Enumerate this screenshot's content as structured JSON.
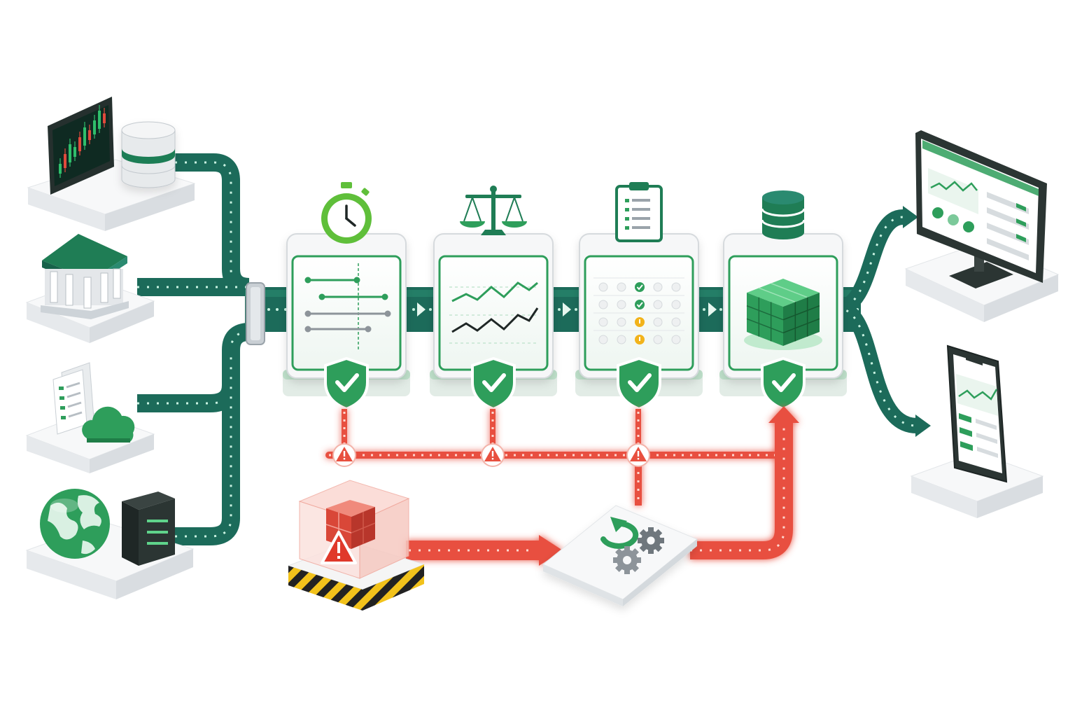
{
  "colors": {
    "pipe_dark": "#1c6b5a",
    "pipe_mid": "#2a8a70",
    "dot": "#c9f3e2",
    "green": "#2e9e5b",
    "green_light": "#dff3e6",
    "green_bright": "#5fbf3a",
    "red": "#e8503f",
    "red_dot": "#ffd7cf",
    "amber": "#f2b31b",
    "platform_top": "#f7f8f9",
    "platform_side": "#d9dde1",
    "screen_dark": "#25302e",
    "gray": "#8d949a"
  },
  "sources": [
    {
      "id": "market",
      "icons": [
        "candlestick-chart-icon",
        "database-icon"
      ]
    },
    {
      "id": "bank",
      "icons": [
        "bank-building-icon"
      ]
    },
    {
      "id": "docs",
      "icons": [
        "documents-icon",
        "cloud-icon"
      ]
    },
    {
      "id": "web",
      "icons": [
        "globe-icon",
        "server-icon"
      ]
    }
  ],
  "stages": [
    {
      "id": "timeliness",
      "top_icon": "stopwatch-icon",
      "panel": "timeline-icon",
      "badge": "shield-check-icon"
    },
    {
      "id": "consistency",
      "top_icon": "balance-scale-icon",
      "panel": "line-comparison-icon",
      "badge": "shield-check-icon"
    },
    {
      "id": "completeness",
      "top_icon": "clipboard-checklist-icon",
      "panel": "check-matrix-icon",
      "badge": "shield-check-icon",
      "matrix_status": [
        "ok",
        "ok",
        "warn",
        "warn"
      ]
    },
    {
      "id": "storage",
      "top_icon": "database-icon",
      "panel": "data-cube-icon",
      "badge": "shield-check-icon"
    }
  ],
  "alerts": [
    "warning-icon",
    "warning-icon",
    "warning-icon"
  ],
  "quarantine": {
    "icon": "quarantine-cube-icon",
    "warning": "warning-icon"
  },
  "reprocess": {
    "icons": [
      "refresh-icon",
      "gears-icon"
    ]
  },
  "outputs": [
    {
      "id": "desktop",
      "icon": "desktop-dashboard-icon"
    },
    {
      "id": "mobile",
      "icon": "mobile-dashboard-icon"
    }
  ]
}
